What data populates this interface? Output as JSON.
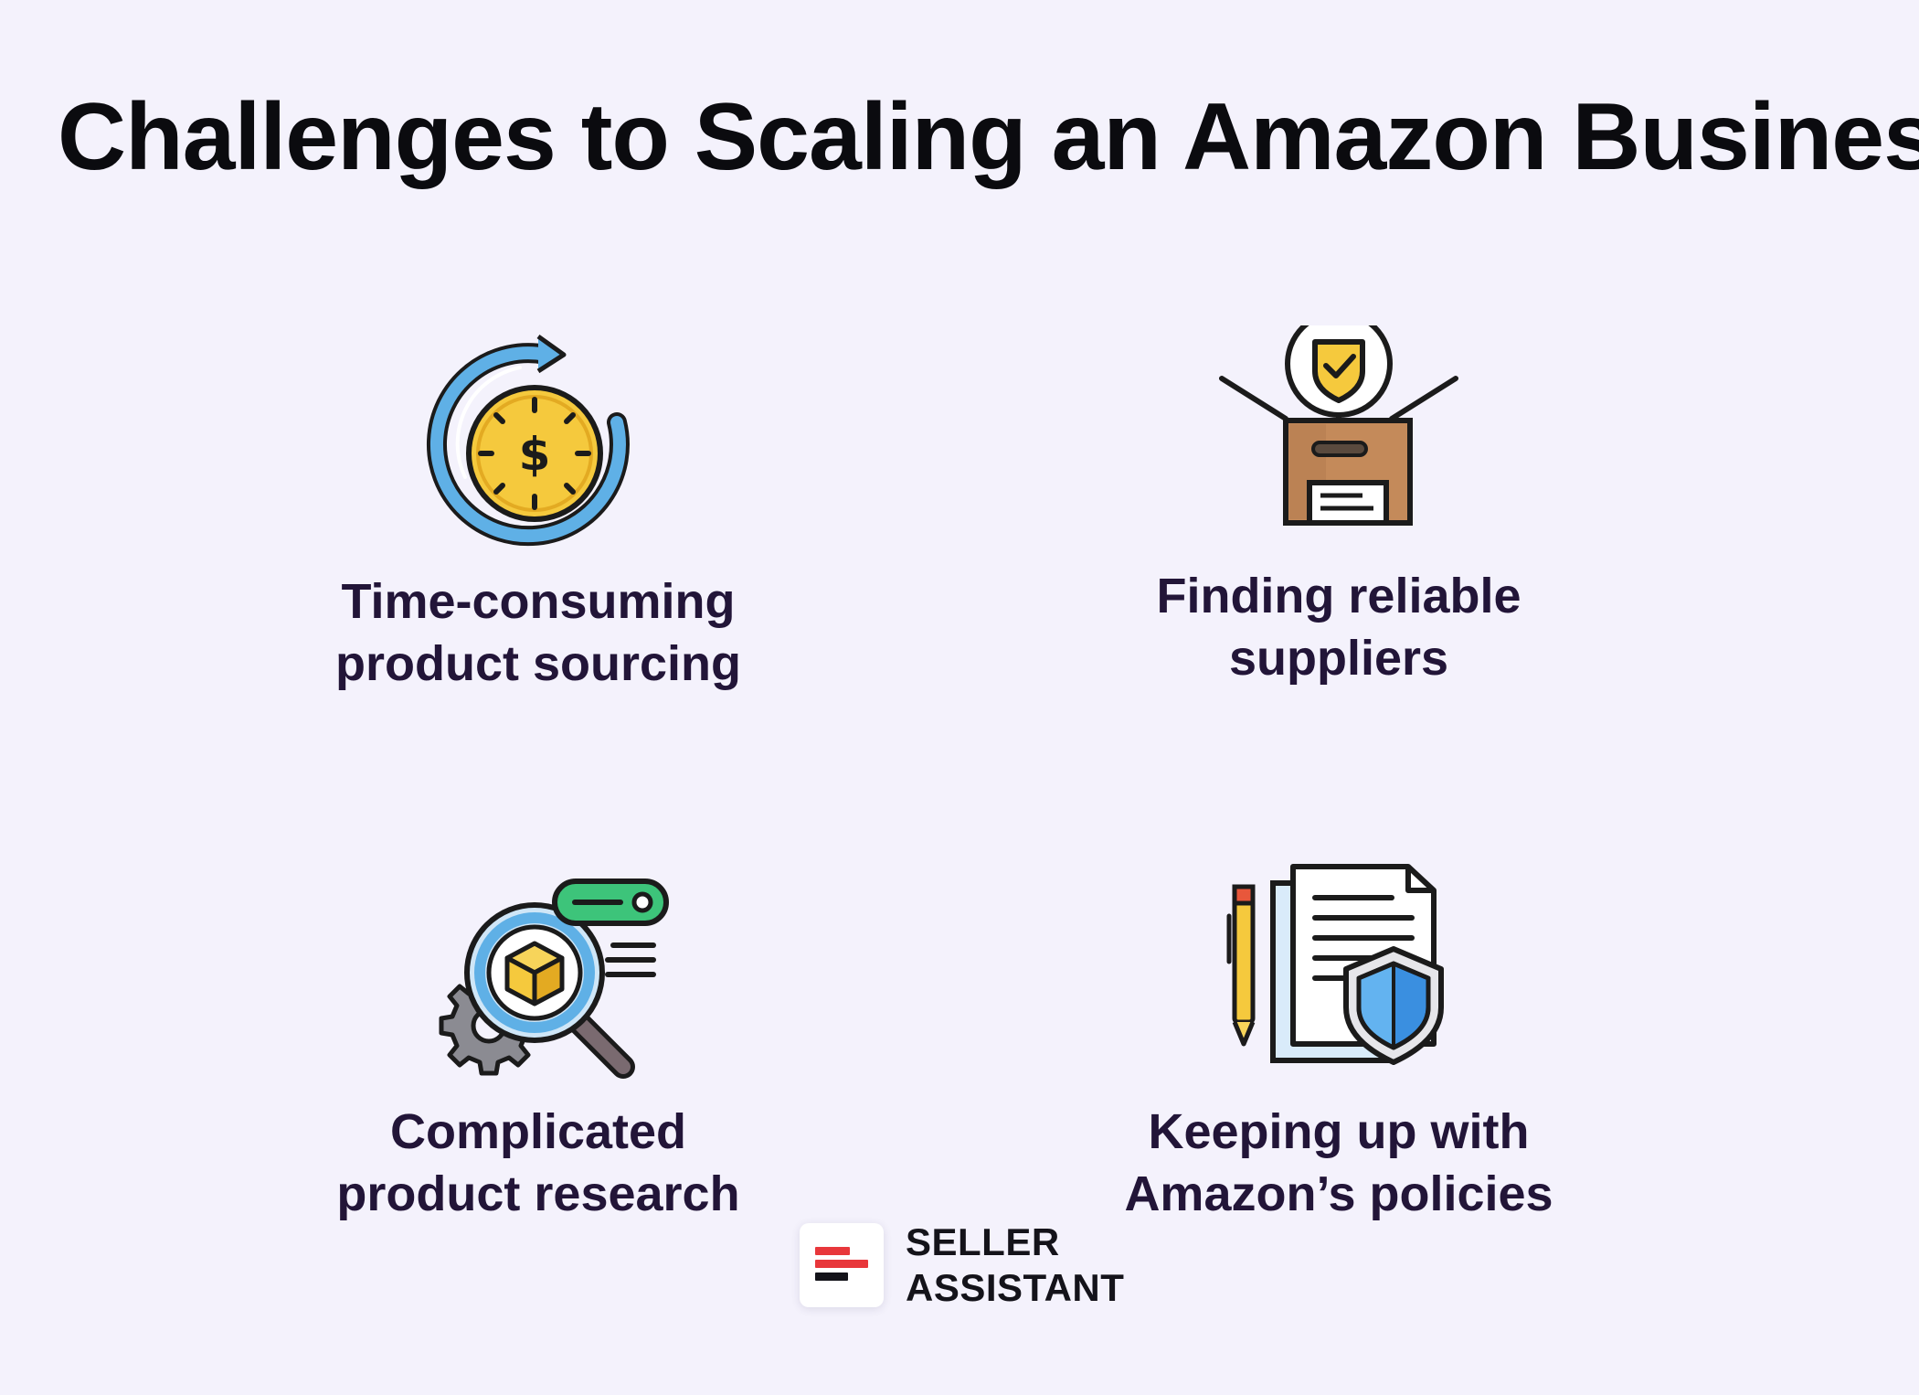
{
  "title": "Challenges to Scaling an Amazon Business",
  "cards": [
    {
      "lines": [
        "Time-consuming",
        "product sourcing"
      ],
      "icon": "clock-coin-icon"
    },
    {
      "lines": [
        "Finding reliable",
        "suppliers"
      ],
      "icon": "box-shield-icon"
    },
    {
      "lines": [
        "Complicated",
        "product research"
      ],
      "icon": "magnifier-gear-icon"
    },
    {
      "lines": [
        "Keeping up with",
        "Amazon’s policies"
      ],
      "icon": "document-shield-icon"
    }
  ],
  "brand": {
    "lines": [
      "SELLER",
      "ASSISTANT"
    ],
    "colors": {
      "red": "#e8373b",
      "dark": "#14131a"
    }
  },
  "colors": {
    "background": "#f4f2fc",
    "title": "#0b0b0f",
    "caption": "#221538"
  }
}
